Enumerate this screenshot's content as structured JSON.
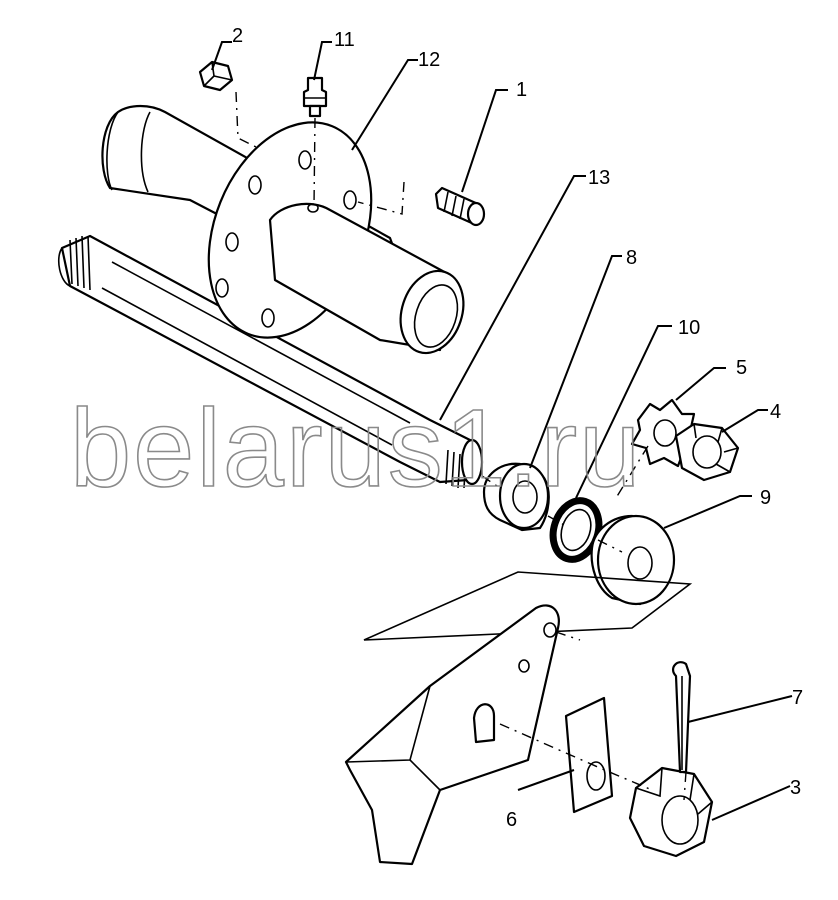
{
  "watermark": "belarus1.ru",
  "callouts": {
    "c1": "1",
    "c2": "2",
    "c3": "3",
    "c4": "4",
    "c5": "5",
    "c6": "6",
    "c7": "7",
    "c8": "8",
    "c9": "9",
    "c10": "10",
    "c11": "11",
    "c12": "12",
    "c13": "13"
  }
}
